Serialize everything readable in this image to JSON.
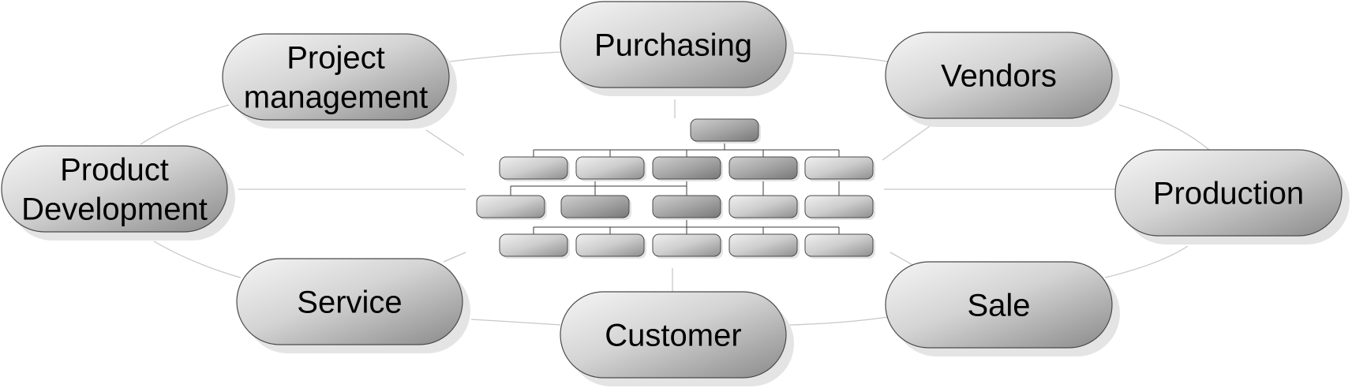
{
  "diagram": {
    "nodes": [
      {
        "id": "purchasing",
        "lines": [
          "Purchasing"
        ]
      },
      {
        "id": "vendors",
        "lines": [
          "Vendors"
        ]
      },
      {
        "id": "production",
        "lines": [
          "Production"
        ]
      },
      {
        "id": "sale",
        "lines": [
          "Sale"
        ]
      },
      {
        "id": "customer",
        "lines": [
          "Customer"
        ]
      },
      {
        "id": "service",
        "lines": [
          "Service"
        ]
      },
      {
        "id": "product-development",
        "lines": [
          "Product",
          "Development"
        ]
      },
      {
        "id": "project-management",
        "lines": [
          "Project",
          "management"
        ]
      }
    ],
    "org_chart": {
      "levels": [
        1,
        5,
        5,
        5
      ]
    }
  },
  "colors": {
    "pill_light": "#f2f2f2",
    "pill_dark": "#8c8c8c",
    "shadow": "#e4e4e4",
    "outline": "#4a4a4a",
    "ring_line": "#c8c8c8",
    "org_dark_box": "#9a9a9a"
  }
}
